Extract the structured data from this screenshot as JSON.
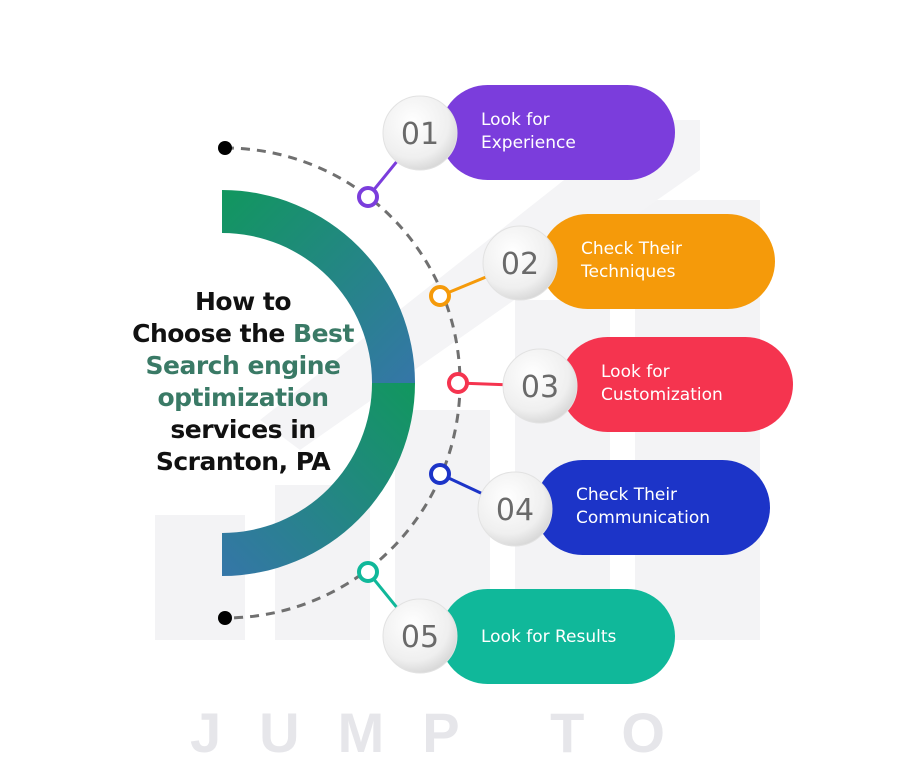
{
  "title": {
    "line1": "How to",
    "line2a": "Choose the ",
    "line2b": "Best",
    "line3": "Search engine",
    "line4": "optimization",
    "line5": "services in",
    "line6": "Scranton, PA"
  },
  "watermark": "JUMP TO",
  "colors": {
    "title_highlight": "#3a7a66",
    "arc_green": "#11975e",
    "arc_blue": "#3576a8"
  },
  "steps": [
    {
      "number": "01",
      "line1": "Look for",
      "line2": "Experience",
      "color": "#7b3ddc"
    },
    {
      "number": "02",
      "line1": "Check Their",
      "line2": "Techniques",
      "color": "#f59a0a"
    },
    {
      "number": "03",
      "line1": "Look for",
      "line2": "Customization",
      "color": "#f5344f"
    },
    {
      "number": "04",
      "line1": "Check Their",
      "line2": "Communication",
      "color": "#1c34c8"
    },
    {
      "number": "05",
      "line1": "Look for Results",
      "line2": "",
      "color": "#10b89a"
    }
  ]
}
